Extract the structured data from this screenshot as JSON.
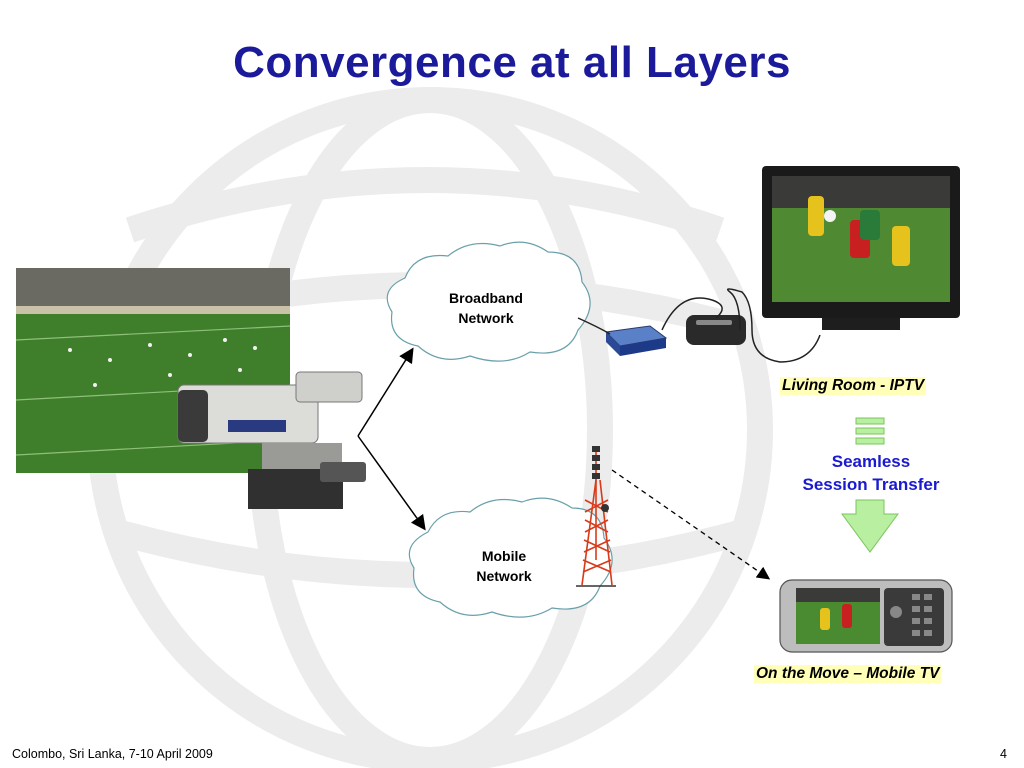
{
  "slide": {
    "title": "Convergence at all Layers",
    "footer_left": "Colombo, Sri Lanka, 7-10 April 2009",
    "page_number": "4"
  },
  "clouds": {
    "broadband": {
      "line1": "Broadband",
      "line2": "Network"
    },
    "mobile": {
      "line1": "Mobile",
      "line2": "Network"
    }
  },
  "captions": {
    "living_room": "Living Room - IPTV",
    "on_the_move": "On the Move – Mobile TV"
  },
  "transfer": {
    "line1": "Seamless",
    "line2": "Session Transfer"
  },
  "colors": {
    "title": "#1a1a9a",
    "transfer_text": "#1a1ad0",
    "caption_highlight": "#ffffb8",
    "transfer_arrow": "#9ee07a"
  }
}
